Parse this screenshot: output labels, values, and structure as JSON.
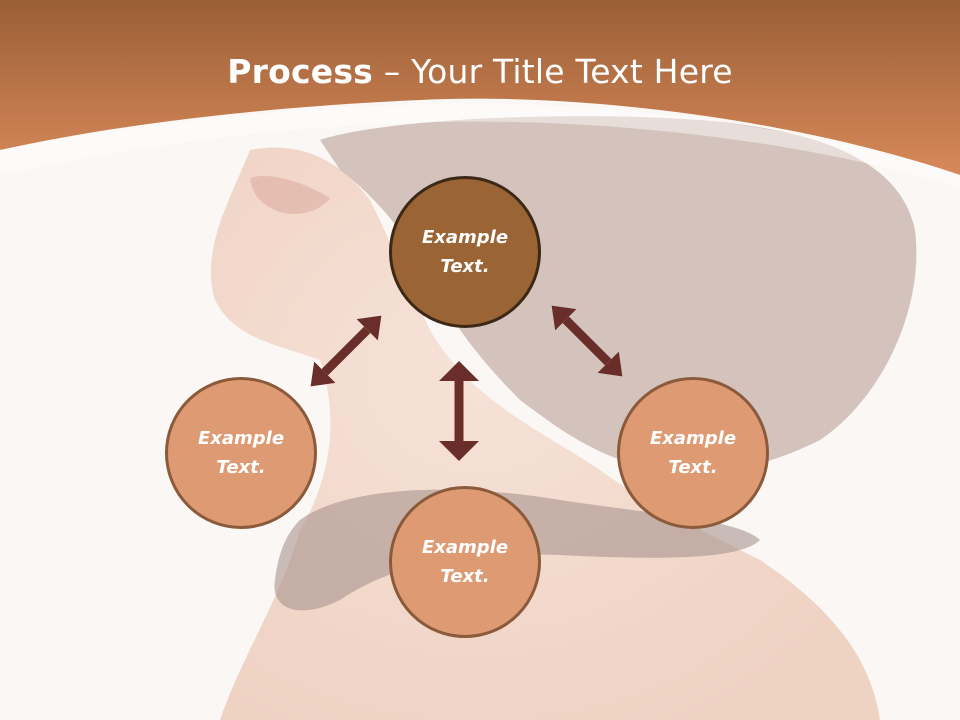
{
  "title": {
    "bold": "Process",
    "rest": " – Your Title Text Here"
  },
  "diagram": {
    "nodes": [
      {
        "id": "top",
        "line1": "Example",
        "line2": "Text."
      },
      {
        "id": "left",
        "line1": "Example",
        "line2": "Text."
      },
      {
        "id": "bottom",
        "line1": "Example",
        "line2": "Text."
      },
      {
        "id": "right",
        "line1": "Example",
        "line2": "Text."
      }
    ]
  },
  "colors": {
    "banner": "#c97b48",
    "main_node": "#9a6434",
    "sub_node": "#de9b73",
    "arrow": "#6a2e2a"
  }
}
